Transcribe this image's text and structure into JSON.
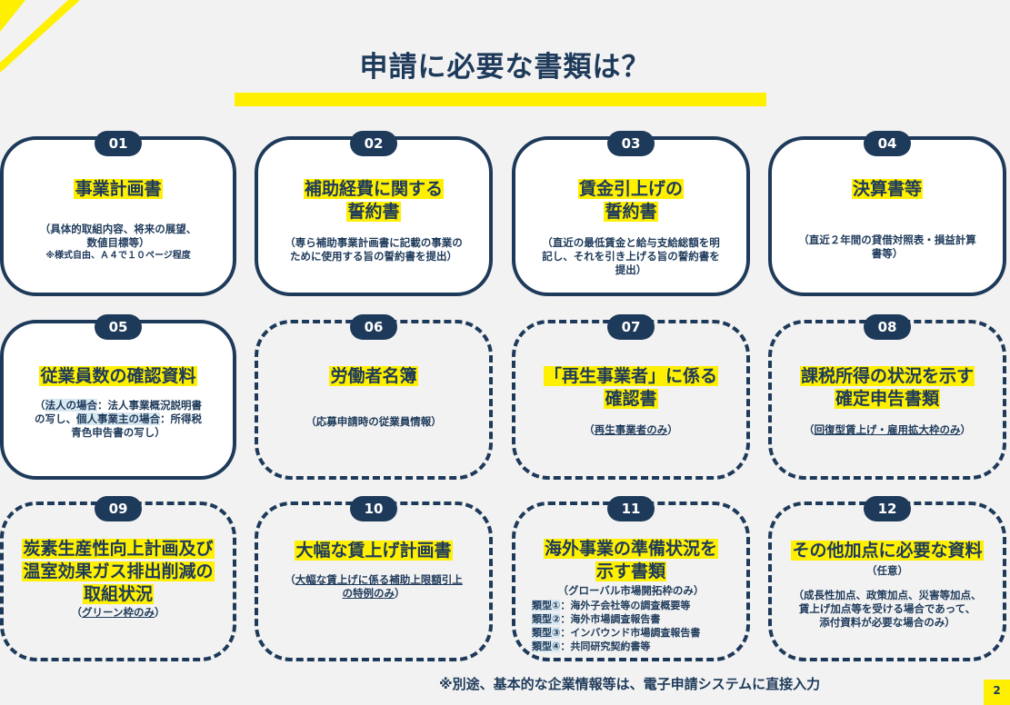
{
  "page": {
    "title": "申請に必要な書類は？",
    "footnote": "※別途、基本的な企業情報等は、電子申請システムに直接入力",
    "page_number": "2"
  },
  "colors": {
    "navy": "#1e3a5a",
    "highlight": "#ffef00",
    "label_bg": "#d9e9f2",
    "background": "#f2f2f2"
  },
  "cards": [
    {
      "num": "01",
      "title": [
        "事業計画書"
      ],
      "desc": [
        "（具体的取組内容、将来の展望、",
        "数値目標等）"
      ],
      "note": "※様式自由、Ａ４で１０ページ程度"
    },
    {
      "num": "02",
      "title": [
        "補助経費に関する",
        "誓約書"
      ],
      "desc": [
        "（専ら補助事業計画書に記載の事業の",
        "ために使用する旨の誓約書を提出）"
      ]
    },
    {
      "num": "03",
      "title": [
        "賃金引上げの",
        "誓約書"
      ],
      "desc": [
        "（直近の最低賃金と給与支給総額を明",
        "記し、それを引き上げる旨の誓約書を",
        "提出）"
      ]
    },
    {
      "num": "04",
      "title": [
        "決算書等"
      ],
      "desc": [
        "（直近２年間の貸借対照表・損益計算",
        "書等）"
      ]
    },
    {
      "num": "05",
      "title": [
        "従業員数の確認資料"
      ],
      "desc_parts": {
        "open": "（",
        "label_a": "法人の場合",
        "text_a": "：法人事業概況説明書",
        "text_b": "の写し、",
        "label_b": "個人事業主の場合",
        "text_c": "：所得税",
        "text_d": "青色申告書の写し）"
      }
    },
    {
      "num": "06",
      "title": [
        "労働者名簿"
      ],
      "desc": [
        "（応募申請時の従業員情報）"
      ]
    },
    {
      "num": "07",
      "title": [
        "「再生事業者」に係る",
        "確認書"
      ],
      "desc_open": "（",
      "desc_ul": "再生事業者のみ",
      "desc_close": "）"
    },
    {
      "num": "08",
      "title": [
        "課税所得の状況を示す",
        "確定申告書類"
      ],
      "desc_open": "（",
      "desc_ul": "回復型賃上げ・雇用拡大枠のみ",
      "desc_close": "）"
    },
    {
      "num": "09",
      "title": [
        "炭素生産性向上計画及び",
        "温室効果ガス排出削減の",
        "取組状況"
      ],
      "desc_open": "（",
      "desc_ul": "グリーン枠のみ",
      "desc_close": "）"
    },
    {
      "num": "10",
      "title": [
        "大幅な賃上げ計画書"
      ],
      "desc_open": "（",
      "desc_ul_lines": [
        "大幅な賃上げに係る補助上限額引上",
        "の特例のみ"
      ],
      "desc_close": "）"
    },
    {
      "num": "11",
      "title": [
        "海外事業の準備状況を",
        "示す書類"
      ],
      "desc": [
        "（グローバル市場開拓枠のみ）"
      ],
      "types": [
        {
          "label": "類型①",
          "text": "：海外子会社等の調査概要等"
        },
        {
          "label": "類型②",
          "text": "：海外市場調査報告書"
        },
        {
          "label": "類型③",
          "text": "：インバウンド市場調査報告書"
        },
        {
          "label": "類型④",
          "text": "：共同研究契約書等"
        }
      ]
    },
    {
      "num": "12",
      "title": [
        "その他加点に必要な資料"
      ],
      "subtitle": "（任意）",
      "desc": [
        "（成長性加点、政策加点、災害等加点、",
        "賃上げ加点等を受ける場合であって、",
        "添付資料が必要な場合のみ）"
      ]
    }
  ]
}
